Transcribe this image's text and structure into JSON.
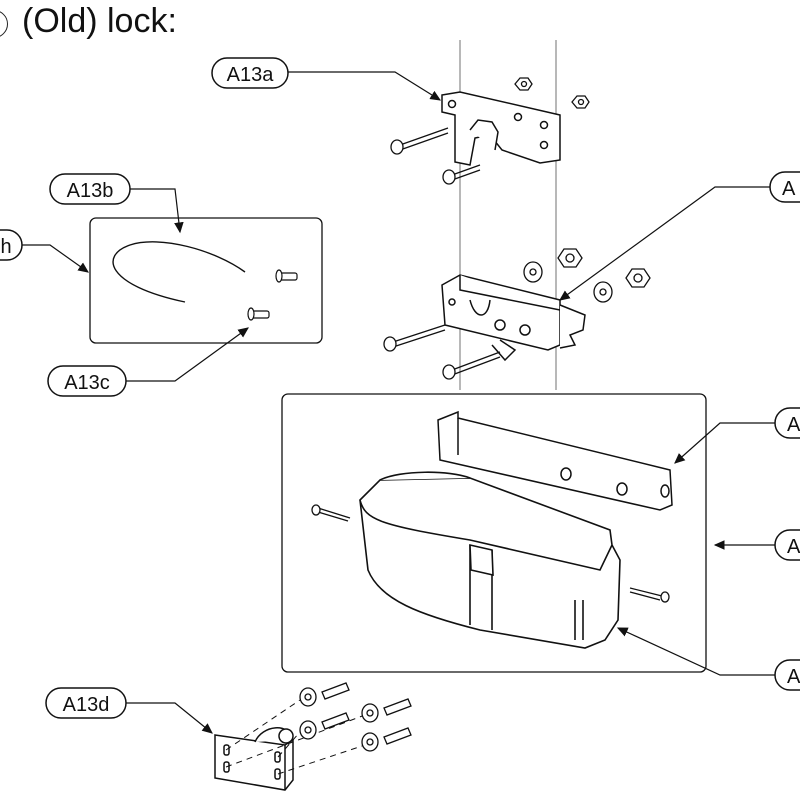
{
  "title": "(Old) lock:",
  "callouts": {
    "a13a": "A13a",
    "a13b": "A13b",
    "a13c": "A13c",
    "a13d": "A13d",
    "h_left": "h",
    "right_top": "A",
    "right_2": "A",
    "right_3": "A",
    "right_4": "A"
  },
  "icons": [
    "bolt-icon",
    "nut-icon",
    "washer-icon",
    "screw-icon"
  ]
}
